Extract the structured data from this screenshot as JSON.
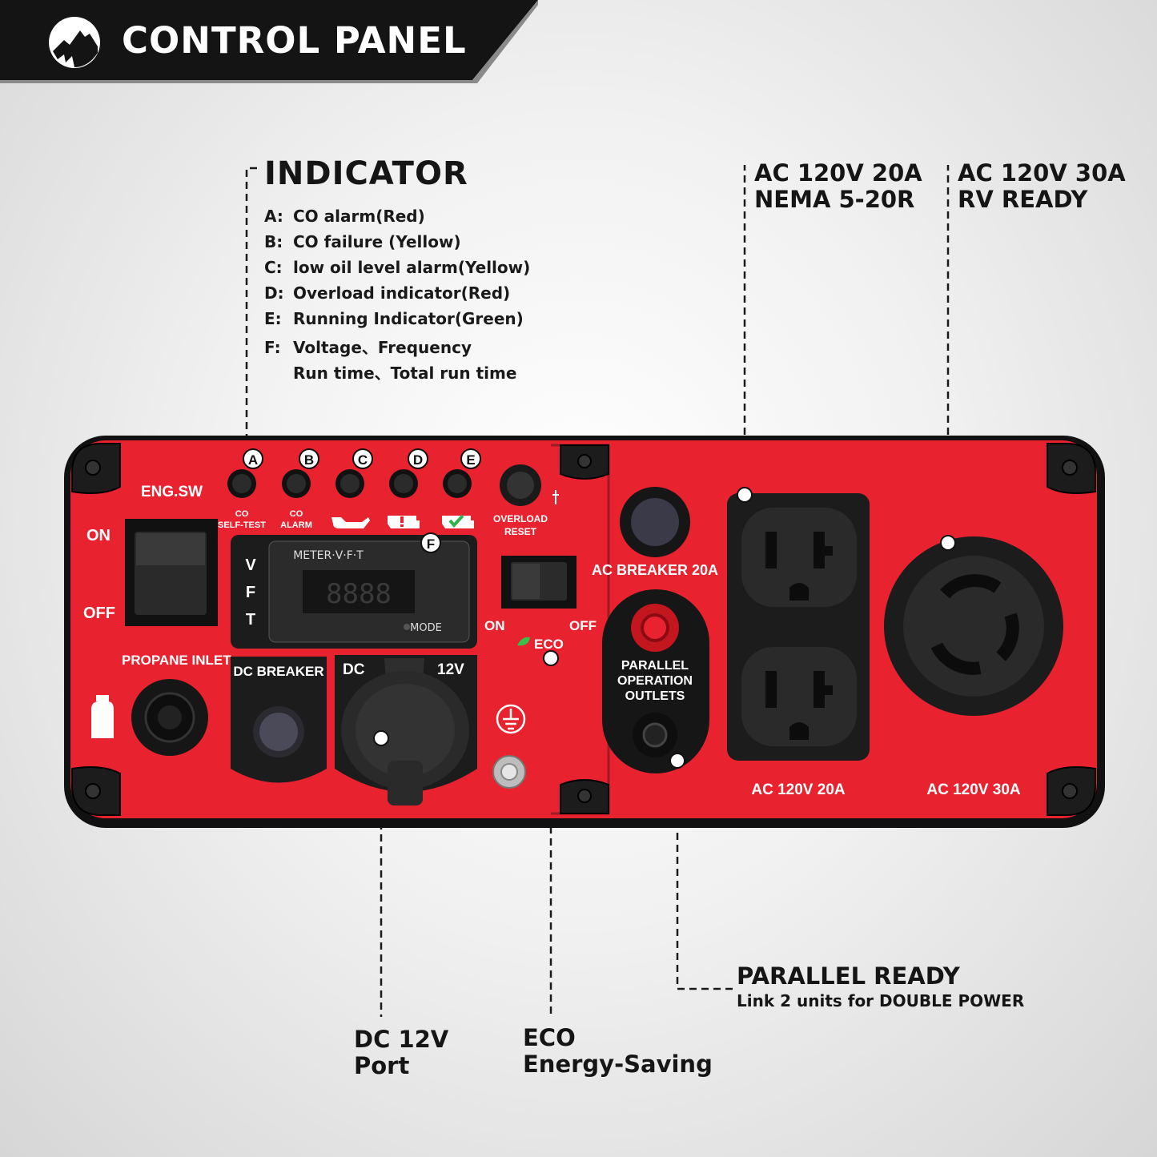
{
  "banner": {
    "title": "CONTROL PANEL",
    "logo": "brand-mountain-logo"
  },
  "indicator": {
    "title": "INDICATOR",
    "items": [
      {
        "key": "A:",
        "text": "CO alarm(Red)"
      },
      {
        "key": "B:",
        "text": "CO failure (Yellow)"
      },
      {
        "key": "C:",
        "text": "low oil level alarm(Yellow)"
      },
      {
        "key": "D:",
        "text": "Overload indicator(Red)"
      },
      {
        "key": "E:",
        "text": "Running Indicator(Green)"
      },
      {
        "key": "F:",
        "text": "Voltage、Frequency"
      },
      {
        "key": "",
        "text": "Run time、Total run time"
      }
    ]
  },
  "callouts": {
    "outlet_20a": {
      "line1": "AC 120V 20A",
      "line2": "NEMA 5-20R"
    },
    "outlet_30a": {
      "line1": "AC 120V 30A",
      "line2": "RV READY"
    },
    "parallel": {
      "title": "PARALLEL READY",
      "sub": "Link 2 units for DOUBLE POWER"
    },
    "dc": {
      "line1": "DC 12V",
      "line2": "Port"
    },
    "eco": {
      "line1": "ECO",
      "line2": "Energy-Saving"
    }
  },
  "panel": {
    "eng_sw": "ENG.SW",
    "on": "ON",
    "off": "OFF",
    "propane_inlet": "PROPANE INLET",
    "dc_breaker": "DC BREAKER",
    "dc": "DC",
    "v12": "12V",
    "meter": "METER·V·F·T",
    "meter_digits": "8888",
    "mode": "MODE",
    "vft": [
      "V",
      "F",
      "T"
    ],
    "indicator_letters": [
      "A",
      "B",
      "C",
      "D",
      "E",
      "F"
    ],
    "co_self_test": [
      "CO",
      "SELF-TEST"
    ],
    "co_alarm": [
      "CO",
      "ALARM"
    ],
    "overload_reset": [
      "OVERLOAD",
      "RESET"
    ],
    "eco_on": "ON",
    "eco_off": "OFF",
    "eco": "ECO",
    "ac_breaker": "AC BREAKER 20A",
    "parallel_outlets": [
      "PARALLEL",
      "OPERATION",
      "OUTLETS"
    ],
    "ac20_label": "AC 120V 20A",
    "ac30_label": "AC 120V 30A"
  },
  "colors": {
    "panel_red": "#e8222e",
    "panel_dark": "#161616",
    "banner": "#141414"
  }
}
